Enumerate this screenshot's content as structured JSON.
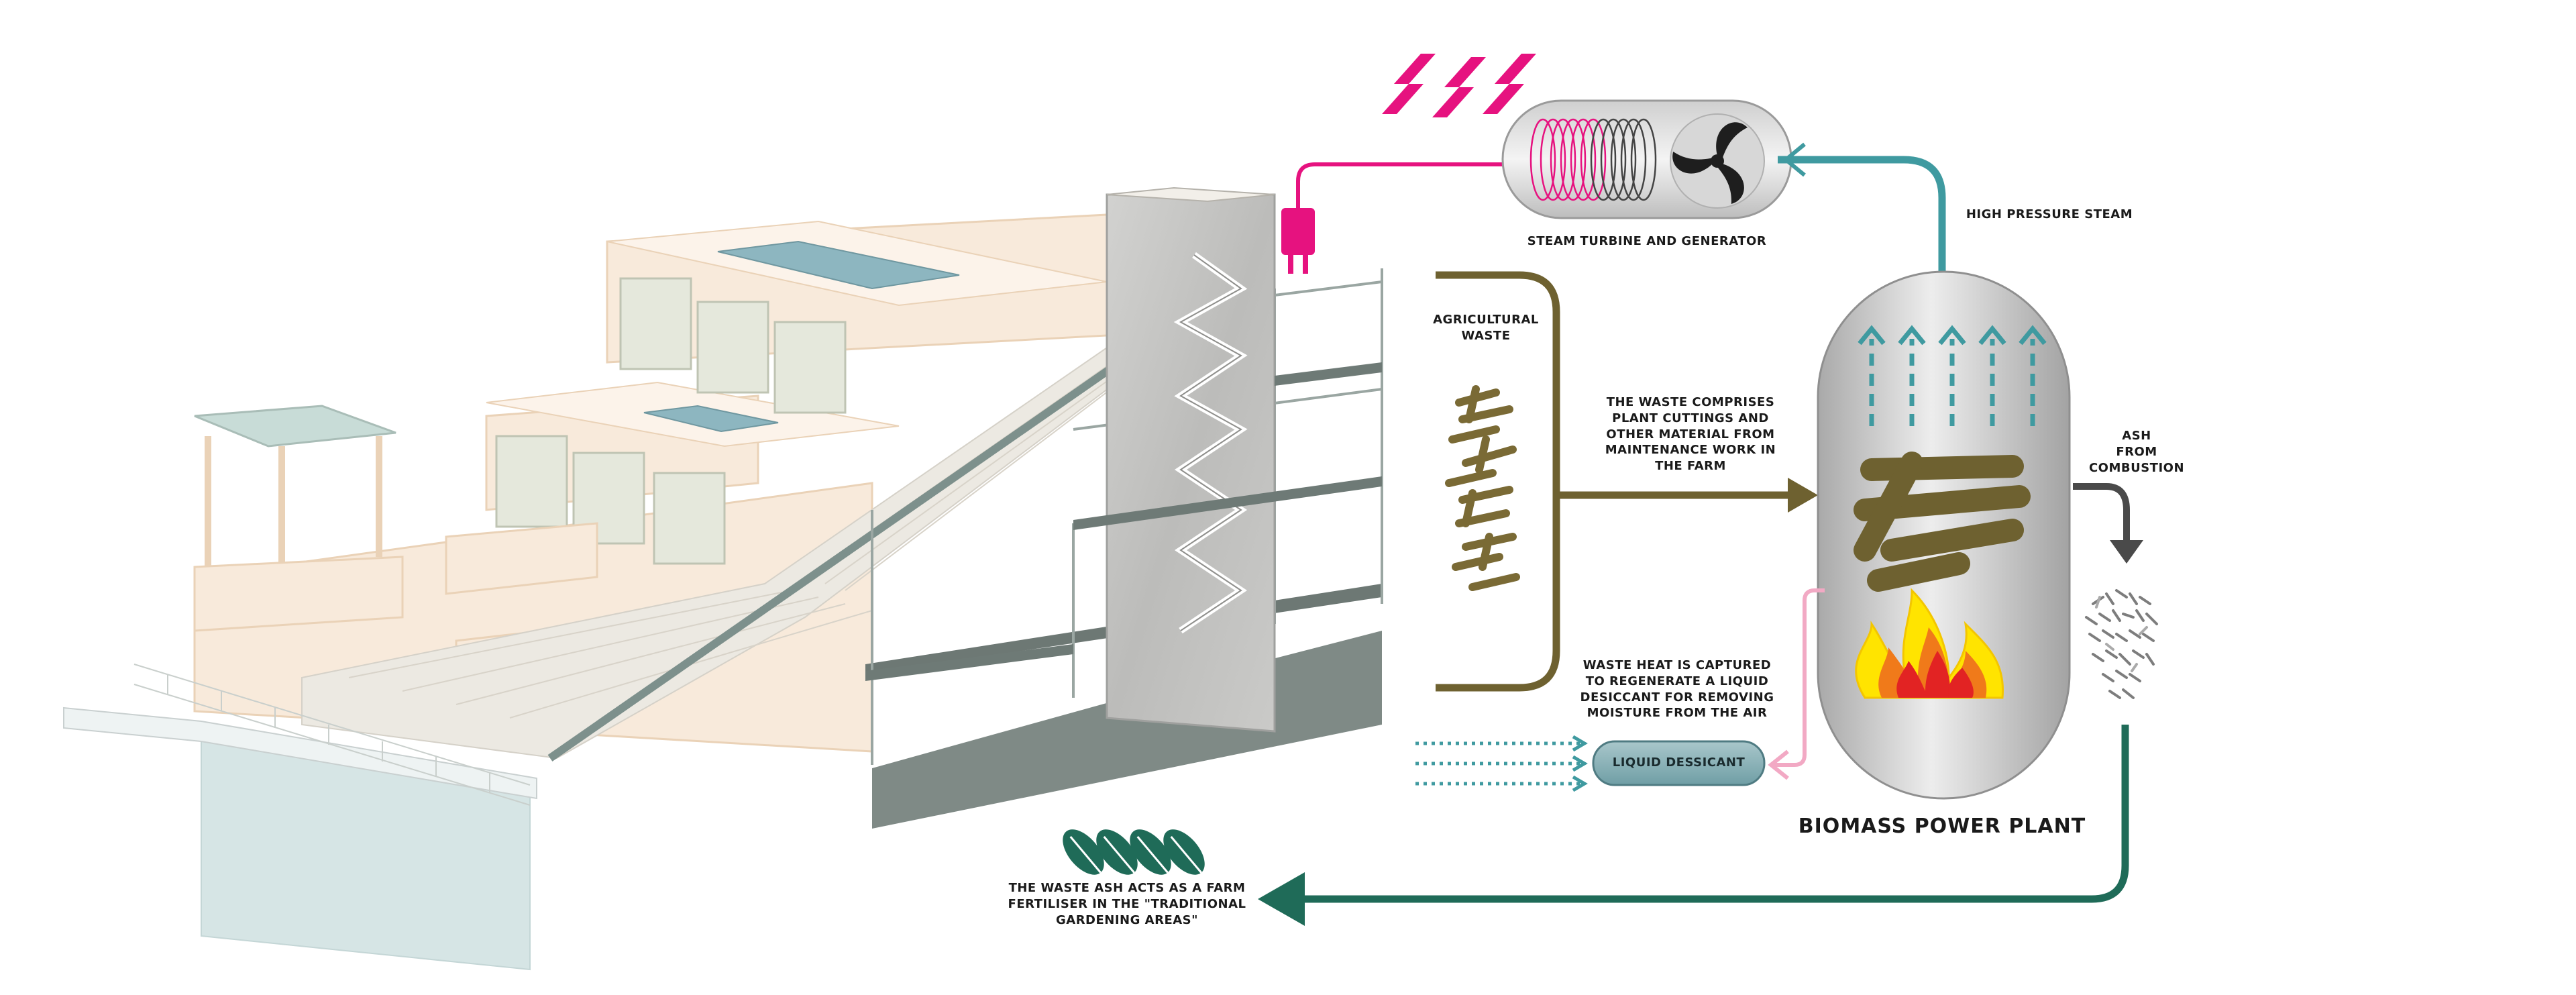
{
  "labels": {
    "steam_turbine": "STEAM TURBINE AND GENERATOR",
    "high_pressure_steam": "HIGH PRESSURE STEAM",
    "agricultural_waste": "AGRICULTURAL\nWASTE",
    "waste_comprises": "THE WASTE COMPRISES\nPLANT CUTTINGS AND\nOTHER MATERIAL FROM\nMAINTENANCE WORK IN\nTHE FARM",
    "ash_from_combustion": "ASH\nFROM\nCOMBUSTION",
    "waste_heat": "WASTE HEAT IS CAPTURED\nTO REGENERATE A LIQUID\nDESICCANT FOR REMOVING\nMOISTURE FROM THE AIR",
    "liquid_dessicant": "LIQUID DESSICANT",
    "biomass_power_plant": "BIOMASS POWER PLANT",
    "waste_ash": "THE WASTE ASH ACTS AS A FARM\nFERTILISER IN THE \"TRADITIONAL\nGARDENING AREAS\""
  },
  "colors": {
    "electricity": "#e6127f",
    "steam": "#3f9aa0",
    "waste": "#6e6130",
    "ash_flow": "#1f6b58",
    "ash_arrow": "#4a4a4a",
    "heat_return": "#f2a9c4",
    "building": "#f7e7d5",
    "glass": "#8db6c0",
    "concrete": "#7f8a86",
    "flame_outer": "#ffe400",
    "flame_mid": "#f07a1a",
    "flame_inner": "#e22323"
  },
  "icons": {
    "heat_waves": "heat-waves-icon",
    "plug": "plug-icon",
    "coil": "coil-icon",
    "turbine_fan": "turbine-fan-icon",
    "logs": "logs-icon",
    "flame": "flame-icon",
    "ash_pile": "ash-pile-icon",
    "leaves": "leaf-icon"
  }
}
